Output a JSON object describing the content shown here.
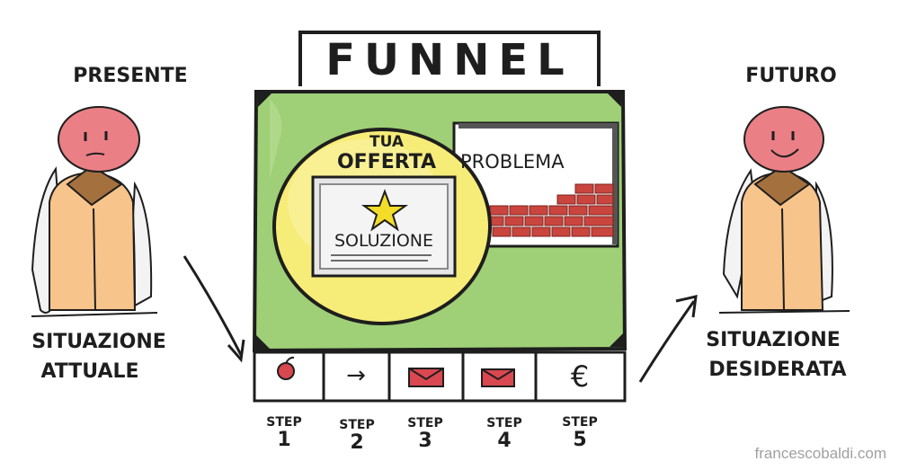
{
  "title": "FUNNEL",
  "left": {
    "heading": "PRESENTE",
    "caption_line1": "SITUAZIONE",
    "caption_line2": "ATTUALE"
  },
  "right": {
    "heading": "FUTURO",
    "caption_line1": "SITUAZIONE",
    "caption_line2": "DESIDERATA"
  },
  "offer": {
    "line1": "TUA",
    "line2": "OFFERTA",
    "card_label": "SOLUZIONE"
  },
  "problem": {
    "label": "PROBLEMA"
  },
  "steps": [
    {
      "word": "STEP",
      "number": "1",
      "icon": "apple-icon"
    },
    {
      "word": "STEP",
      "number": "2",
      "icon": "arrow-right-icon"
    },
    {
      "word": "STEP",
      "number": "3",
      "icon": "envelope-icon"
    },
    {
      "word": "STEP",
      "number": "4",
      "icon": "envelope-icon"
    },
    {
      "word": "STEP",
      "number": "5",
      "icon": "euro-icon"
    }
  ],
  "step_symbols": {
    "arrow": "→",
    "euro": "€"
  },
  "credit": "francescobaldi.com",
  "colors": {
    "board": "#9fcf76",
    "offer_circle": "#f6ec78",
    "person_body": "#f7c48c",
    "person_head": "#ea7f85",
    "brick": "#c9453d",
    "envelope": "#d94850",
    "ink": "#1e1e1e"
  }
}
